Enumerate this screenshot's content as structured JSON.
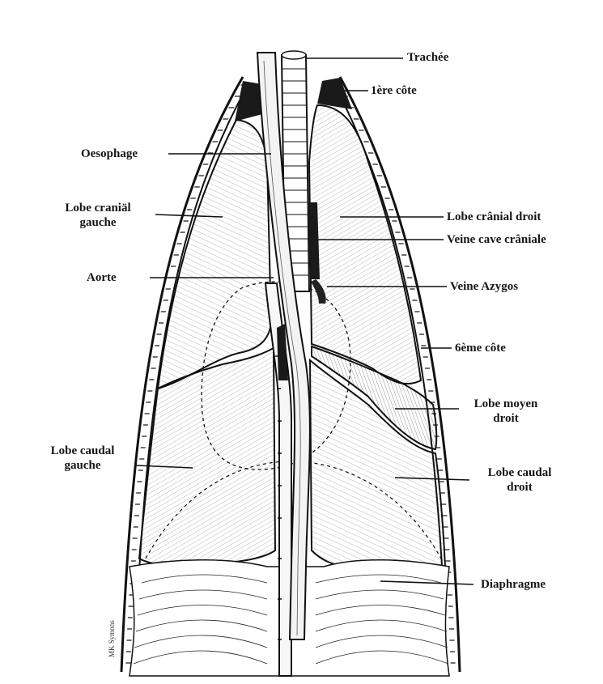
{
  "labels": {
    "trachee": "Trachée",
    "premiere_cote": "1ère côte",
    "oesophage": "Oesophage",
    "lobe_cranial_gauche_1": "Lobe craniäl",
    "lobe_cranial_gauche_2": "gauche",
    "lobe_cranial_droit": "Lobe crânial droit",
    "veine_cave_craniale": "Veine cave crâniale",
    "aorte": "Aorte",
    "veine_azygos": "Veine Azygos",
    "sixieme_cote": "6ème côte",
    "lobe_moyen_droit_1": "Lobe moyen",
    "lobe_moyen_droit_2": "droit",
    "lobe_caudal_gauche_1": "Lobe caudal",
    "lobe_caudal_gauche_2": "gauche",
    "lobe_caudal_droit_1": "Lobe caudal",
    "lobe_caudal_droit_2": "droit",
    "diaphragme": "Diaphragme"
  },
  "signature": "MK Symons",
  "colors": {
    "ink": "#151515",
    "paper": "#ffffff",
    "lung_fill": "#f4f4f2",
    "dark_fill": "#1a1a1a"
  }
}
